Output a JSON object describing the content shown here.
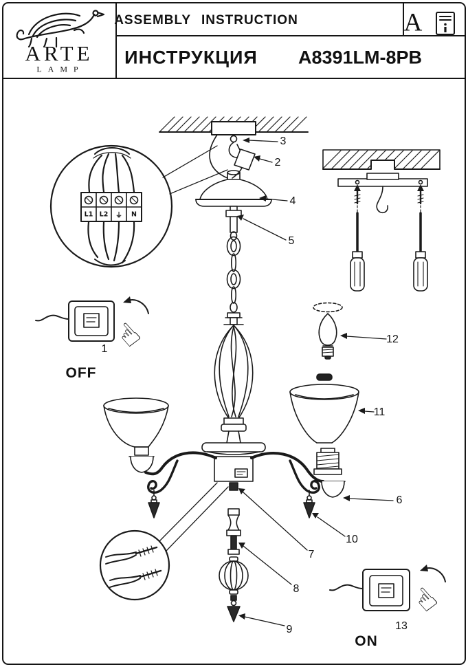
{
  "header": {
    "brand_top": "ARTE",
    "brand_bottom": "LAMP",
    "title_en": "ASSEMBLY INSTRUCTION",
    "title_ru": "ИНСТРУКЦИЯ",
    "model": "A8391LM-8PB",
    "revision": "A"
  },
  "diagram": {
    "callouts": [
      "1",
      "2",
      "3",
      "4",
      "5",
      "6",
      "7",
      "8",
      "9",
      "10",
      "11",
      "12",
      "13"
    ],
    "switch_off": "OFF",
    "switch_on": "ON",
    "terminals": [
      "L1",
      "L2",
      "⏚",
      "N"
    ]
  },
  "icons": {
    "pointing_hand": "☝",
    "griffin_logo": "griffin-logo",
    "manual_icon": "refer-to-manual-icon"
  },
  "colors": {
    "ink": "#1a1a1a",
    "paper": "#ffffff"
  }
}
